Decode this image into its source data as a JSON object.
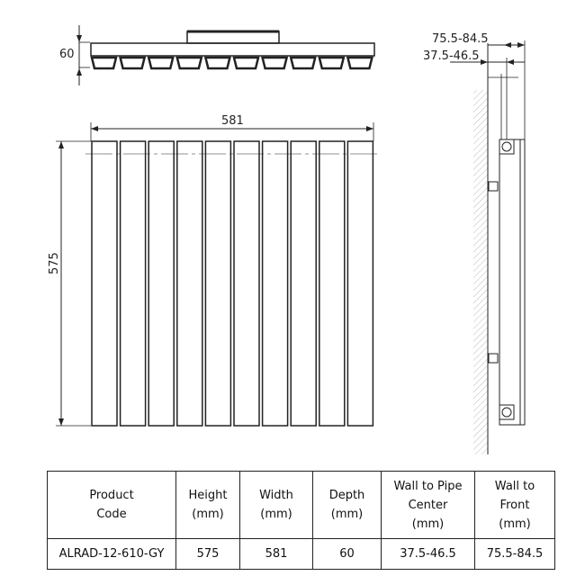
{
  "dimensions": {
    "depth": "60",
    "width": "581",
    "height": "575",
    "wall_to_front": "75.5-84.5",
    "wall_to_pipe": "37.5-46.5"
  },
  "table": {
    "headers": [
      [
        "Product",
        "Code"
      ],
      [
        "Height",
        "(mm)"
      ],
      [
        "Width",
        "(mm)"
      ],
      [
        "Depth",
        "(mm)"
      ],
      [
        "Wall to Pipe",
        "Center",
        "(mm)"
      ],
      [
        "Wall to",
        "Front",
        "(mm)"
      ]
    ],
    "row": [
      "ALRAD-12-610-GY",
      "575",
      "581",
      "60",
      "37.5-46.5",
      "75.5-84.5"
    ]
  }
}
